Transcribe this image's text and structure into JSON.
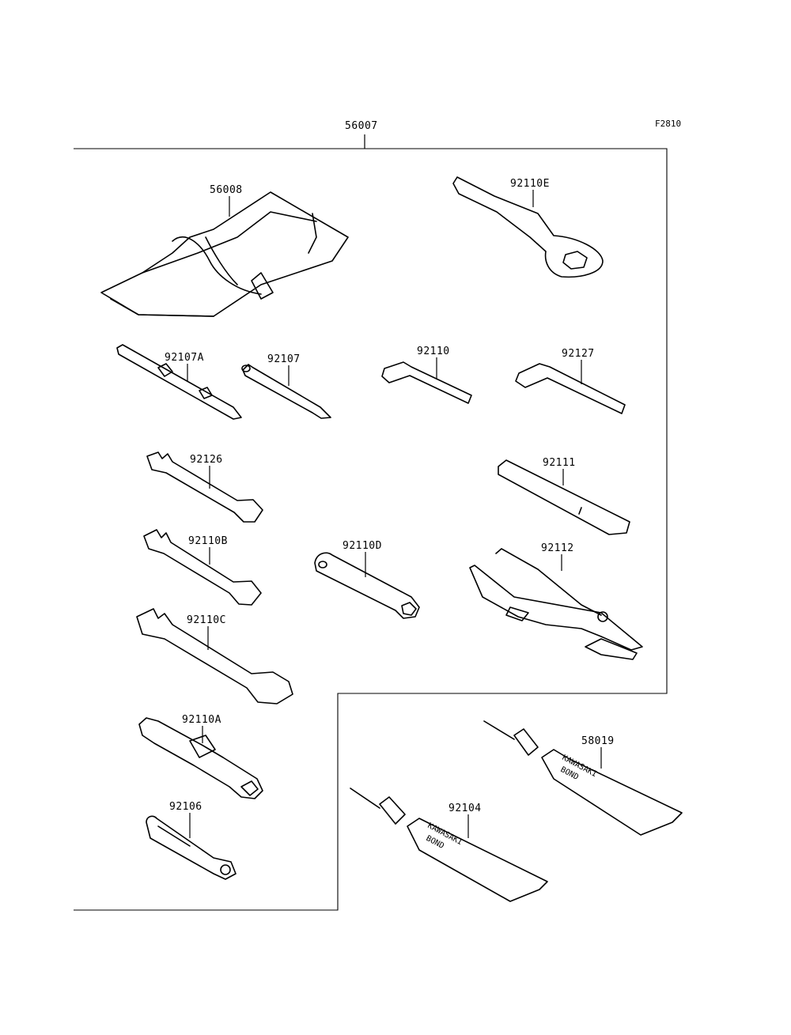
{
  "figure_code": "F2810",
  "assembly_part": "56007",
  "parts": {
    "p56008": "56008",
    "p92110E": "92110E",
    "p92107A": "92107A",
    "p92107": "92107",
    "p92110": "92110",
    "p92127": "92127",
    "p92126": "92126",
    "p92111": "92111",
    "p92110B": "92110B",
    "p92110D": "92110D",
    "p92112": "92112",
    "p92110C": "92110C",
    "p92110A": "92110A",
    "p58019": "58019",
    "p92106": "92106",
    "p92104": "92104"
  },
  "tube_print": {
    "brand": "KAWASAKI",
    "product": "BOND"
  }
}
